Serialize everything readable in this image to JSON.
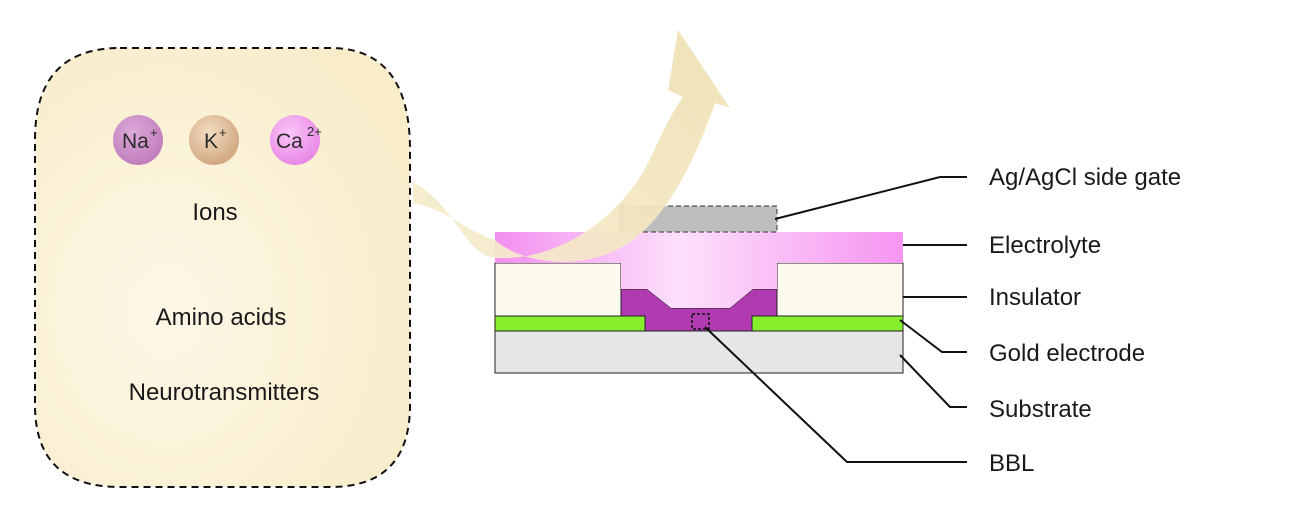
{
  "panel": {
    "ions": [
      {
        "symbol": "Na",
        "charge": "+",
        "color": "#c98bc4"
      },
      {
        "symbol": "K",
        "charge": "+",
        "color": "#d9b48f"
      },
      {
        "symbol": "Ca",
        "charge": "2+",
        "color": "#ee96ea"
      }
    ],
    "ions_label": "Ions",
    "amino_label": "Amino acids",
    "neuro_label": "Neurotransmitters"
  },
  "device": {
    "layers": [
      {
        "key": "gate",
        "label": "Ag/AgCl side gate",
        "color": "#bdbdbd"
      },
      {
        "key": "electrolyte",
        "label": "Electrolyte",
        "color": "#f6a8f3"
      },
      {
        "key": "insulator",
        "label": "Insulator",
        "color": "#fdfbee"
      },
      {
        "key": "gold",
        "label": "Gold electrode",
        "color": "#86ee2c"
      },
      {
        "key": "substrate",
        "label": "Substrate",
        "color": "#e6e6e6"
      },
      {
        "key": "bbl",
        "label": "BBL",
        "color": "#b03ab0"
      }
    ]
  },
  "colors": {
    "panel_fill": "#fbf3df",
    "arrow": "#f5e8c2",
    "line": "#111111"
  }
}
